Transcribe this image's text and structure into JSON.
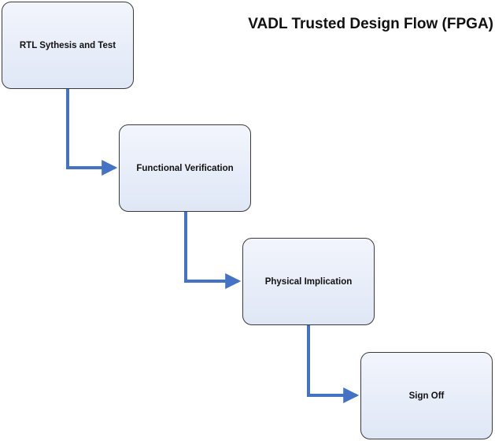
{
  "title": "VADL Trusted Design Flow (FPGA)",
  "colors": {
    "arrow": "#4472c4",
    "box_fill": "#e2e9f6",
    "box_border": "#3a3a3a",
    "text": "#111111"
  },
  "steps": [
    {
      "label": "RTL Sythesis and Test"
    },
    {
      "label": "Functional Verification"
    },
    {
      "label": "Physical Implication"
    },
    {
      "label": "Sign Off"
    }
  ]
}
